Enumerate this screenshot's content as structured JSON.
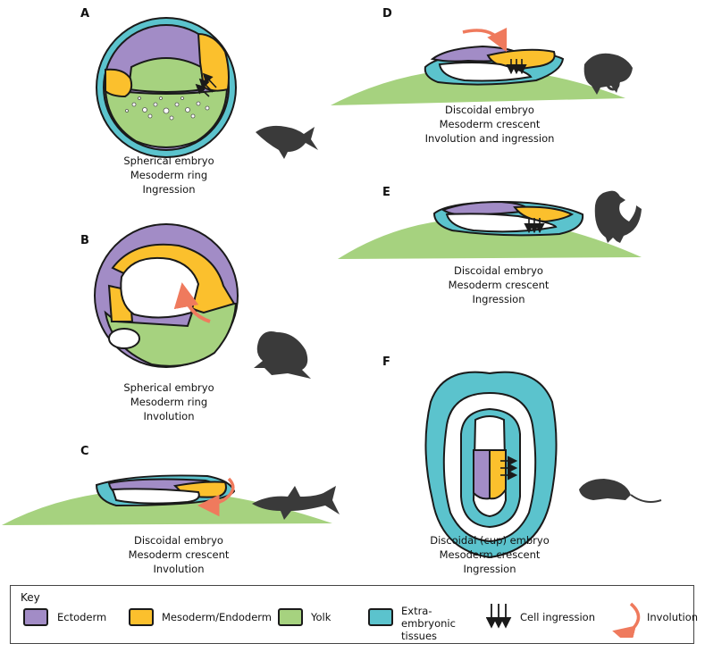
{
  "panels": {
    "A": {
      "label": "A",
      "lines": [
        "Spherical embryo",
        "Mesoderm ring",
        "Ingression"
      ]
    },
    "B": {
      "label": "B",
      "lines": [
        "Spherical embryo",
        "Mesoderm ring",
        "Involution"
      ]
    },
    "C": {
      "label": "C",
      "lines": [
        "Discoidal embryo",
        "Mesoderm crescent",
        "Involution"
      ]
    },
    "D": {
      "label": "D",
      "lines": [
        "Discoidal embryo",
        "Mesoderm crescent",
        "Involution and ingression"
      ]
    },
    "E": {
      "label": "E",
      "lines": [
        "Discoidal embryo",
        "Mesoderm crescent",
        "Ingression"
      ]
    },
    "F": {
      "label": "F",
      "lines": [
        "Discoidal (cup) embryo",
        "Mesoderm crescent",
        "Ingression"
      ]
    }
  },
  "animal_icons": {
    "A": "fish-icon",
    "B": "frog-icon",
    "C": "shark-icon",
    "D": "chameleon-icon",
    "E": "chicken-icon",
    "F": "mouse-icon"
  },
  "key": {
    "title": "Key",
    "items": [
      {
        "label": "Ectoderm",
        "color": "#a28cc6"
      },
      {
        "label": "Mesoderm/Endoderm",
        "color": "#fbc02d"
      },
      {
        "label": "Yolk",
        "color": "#a6d27f"
      },
      {
        "label": "Extra-embryonic tissues",
        "color": "#5bc3cd"
      },
      {
        "label": "Cell ingression",
        "icon": "ingression-arrows-icon"
      },
      {
        "label": "Involution",
        "icon": "involution-arrow-icon"
      }
    ]
  },
  "colors": {
    "ectoderm": "#a28cc6",
    "mesoderm": "#fbc02d",
    "yolk": "#a6d27f",
    "extra_embryonic": "#5bc3cd",
    "involution_arrow": "#ef7a5d",
    "outline": "#1a1a1a",
    "silhouette": "#3a3a3a"
  }
}
